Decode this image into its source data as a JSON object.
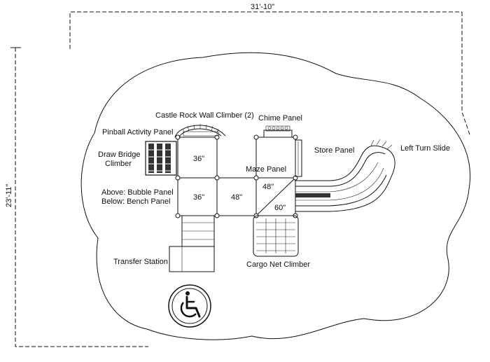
{
  "dimensions": {
    "width": "31'-10\"",
    "height": "23'-11\""
  },
  "labels": {
    "castle_rock": "Castle Rock Wall Climber (2)",
    "chime": "Chime Panel",
    "pinball": "Pinball Activity Panel",
    "drawbridge_line1": "Draw Bridge",
    "drawbridge_line2": "Climber",
    "store": "Store Panel",
    "left_turn_slide": "Left Turn Slide",
    "maze": "Maze Panel",
    "bubble_line1": "Above: Bubble Panel",
    "bubble_line2": "Below: Bench Panel",
    "transfer": "Transfer Station",
    "cargo": "Cargo Net Climber"
  },
  "decks": {
    "deck_top": "36\"",
    "deck_mid_left": "36\"",
    "deck_mid_center": "48\"",
    "deck_right_upper": "48\"",
    "deck_right_lower": "60\""
  },
  "icons": {
    "accessibility": "wheelchair-icon"
  }
}
